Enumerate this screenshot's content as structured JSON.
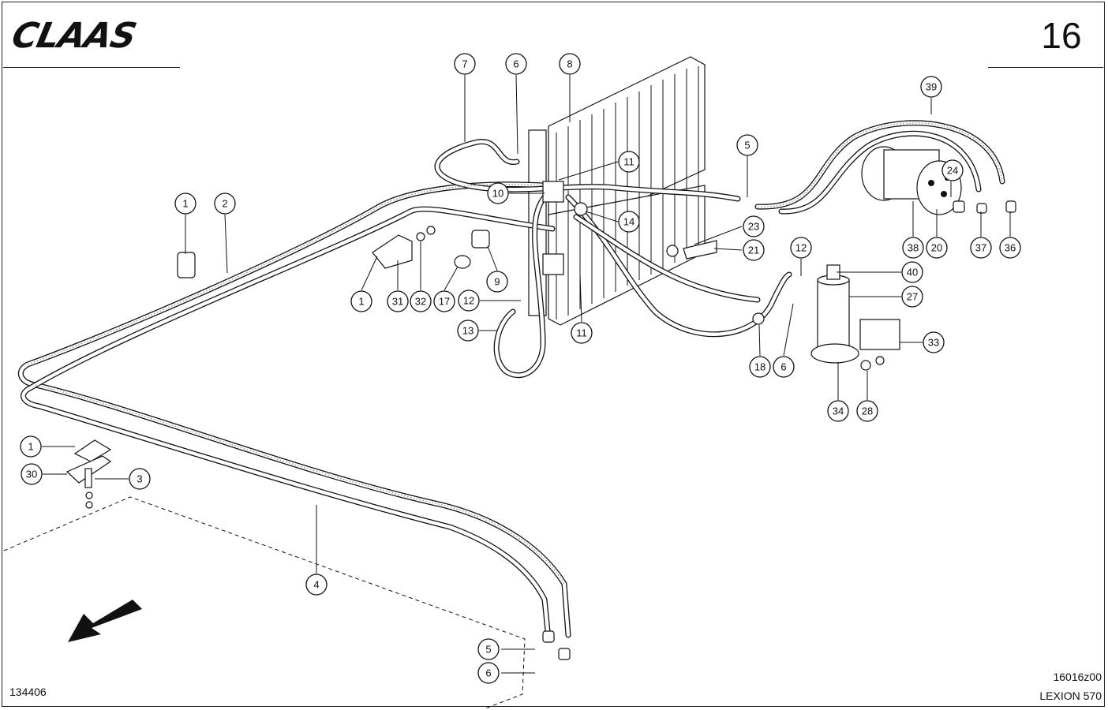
{
  "header": {
    "brand": "CLAAS",
    "page_number": "16"
  },
  "footer": {
    "doc_id": "134406",
    "figure_ref": "16016z00",
    "model": "LEXION 570"
  },
  "callouts": [
    {
      "id": "c1a",
      "label": "1"
    },
    {
      "id": "c2",
      "label": "2"
    },
    {
      "id": "c7",
      "label": "7"
    },
    {
      "id": "c6a",
      "label": "6"
    },
    {
      "id": "c8",
      "label": "8"
    },
    {
      "id": "c39",
      "label": "39"
    },
    {
      "id": "c5a",
      "label": "5"
    },
    {
      "id": "c11a",
      "label": "11"
    },
    {
      "id": "c10",
      "label": "10"
    },
    {
      "id": "c14",
      "label": "14"
    },
    {
      "id": "c24",
      "label": "24"
    },
    {
      "id": "c23",
      "label": "23"
    },
    {
      "id": "c21",
      "label": "21"
    },
    {
      "id": "c12a",
      "label": "12"
    },
    {
      "id": "c38",
      "label": "38"
    },
    {
      "id": "c20",
      "label": "20"
    },
    {
      "id": "c37",
      "label": "37"
    },
    {
      "id": "c36",
      "label": "36"
    },
    {
      "id": "c40",
      "label": "40"
    },
    {
      "id": "c27",
      "label": "27"
    },
    {
      "id": "c1b",
      "label": "1"
    },
    {
      "id": "c31",
      "label": "31"
    },
    {
      "id": "c32",
      "label": "32"
    },
    {
      "id": "c17",
      "label": "17"
    },
    {
      "id": "c12b",
      "label": "12"
    },
    {
      "id": "c9",
      "label": "9"
    },
    {
      "id": "c11b",
      "label": "11"
    },
    {
      "id": "c13",
      "label": "13"
    },
    {
      "id": "c18",
      "label": "18"
    },
    {
      "id": "c6b",
      "label": "6"
    },
    {
      "id": "c33",
      "label": "33"
    },
    {
      "id": "c34",
      "label": "34"
    },
    {
      "id": "c28",
      "label": "28"
    },
    {
      "id": "c1c",
      "label": "1"
    },
    {
      "id": "c30",
      "label": "30"
    },
    {
      "id": "c3",
      "label": "3"
    },
    {
      "id": "c4",
      "label": "4"
    },
    {
      "id": "c5b",
      "label": "5"
    },
    {
      "id": "c6c",
      "label": "6"
    }
  ]
}
